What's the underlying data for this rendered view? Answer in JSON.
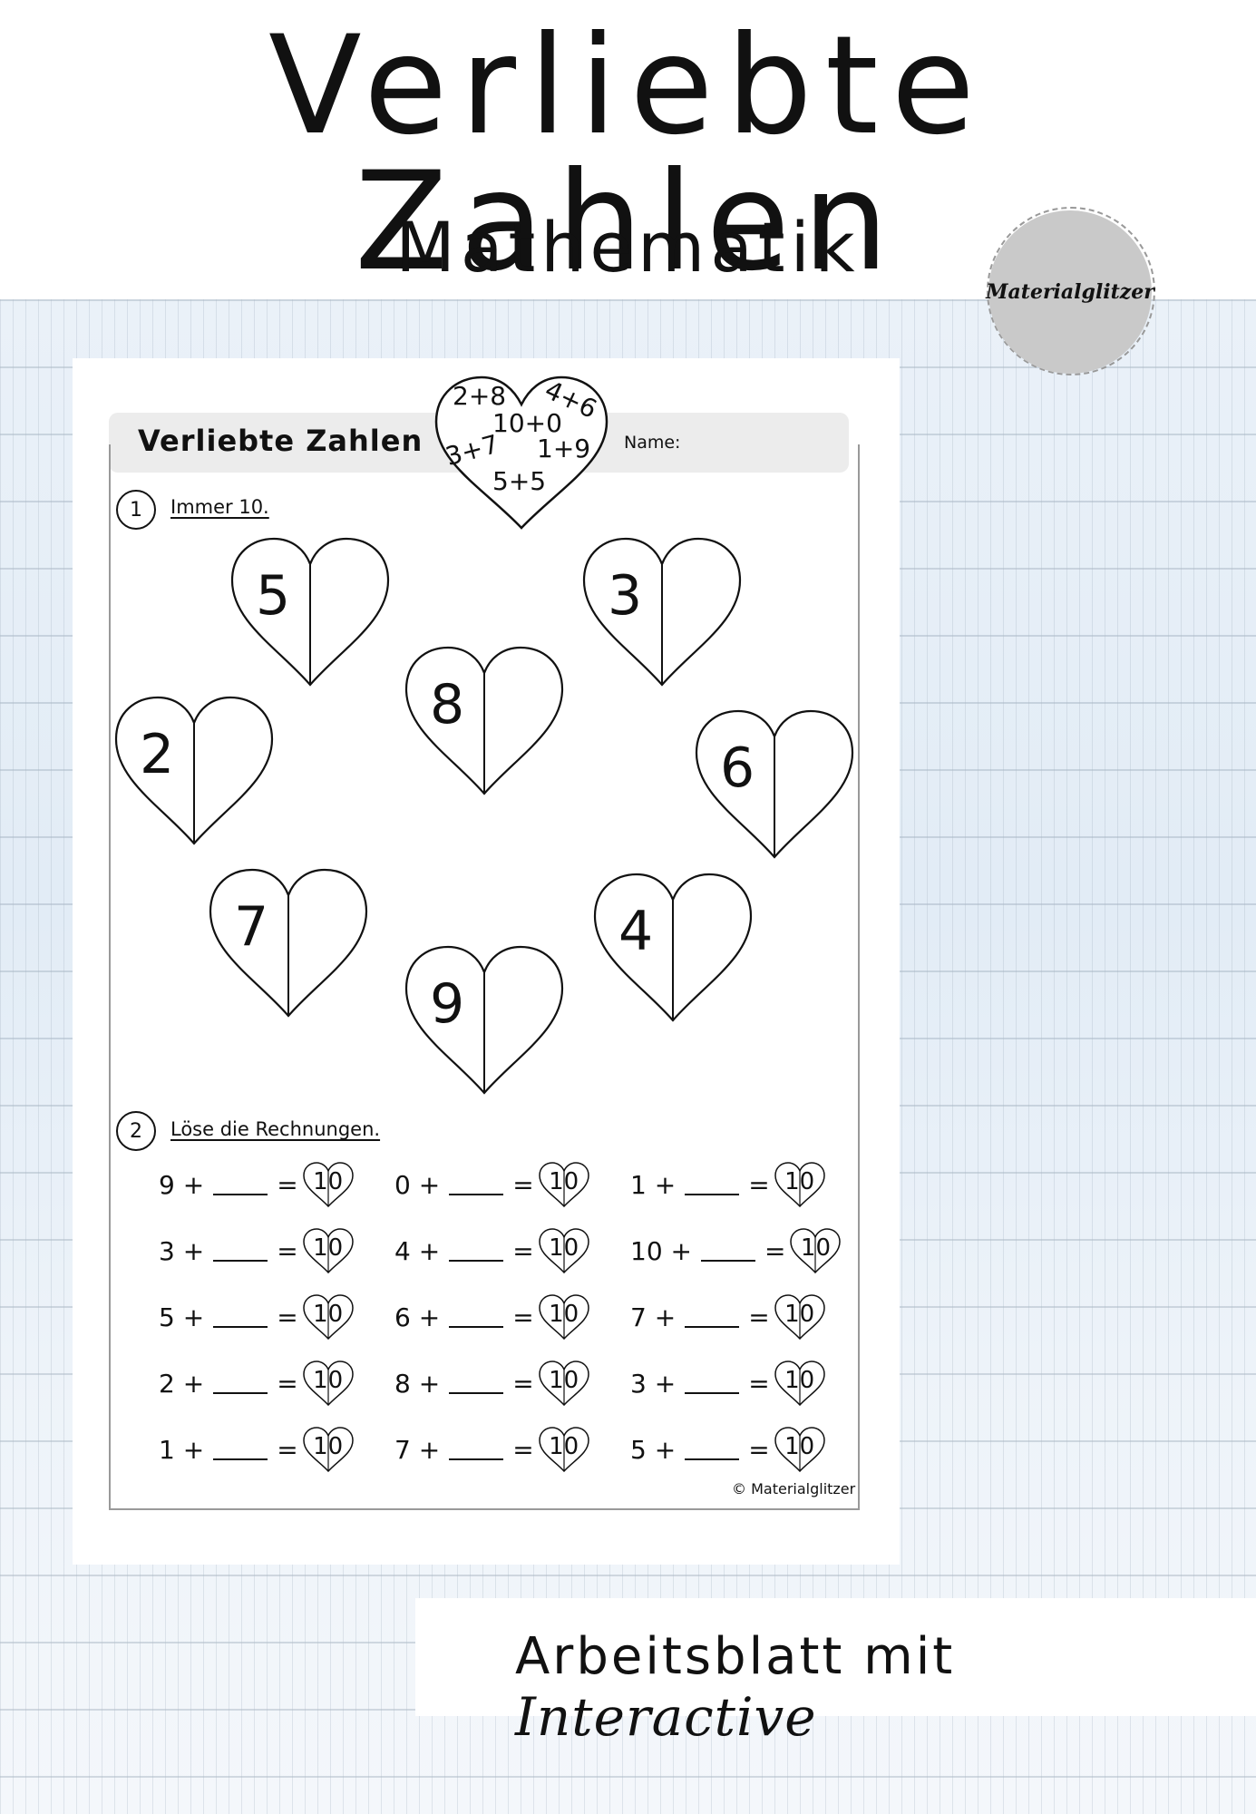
{
  "cover": {
    "title": "Verliebte Zahlen",
    "subtitle": "Mathematik",
    "logo": "Materialglitzer",
    "footer_prefix": "Arbeitsblatt mit",
    "footer_emphasis": "Interactive"
  },
  "worksheet": {
    "title": "Verliebte Zahlen",
    "name_label": "Name:",
    "title_heart_sums": [
      "2+8",
      "4+6",
      "10+0",
      "3+7",
      "1+9",
      "5+5"
    ],
    "task1": {
      "number": "1",
      "label": "Immer 10.",
      "hearts": [
        "5",
        "3",
        "8",
        "2",
        "6",
        "7",
        "4",
        "9"
      ]
    },
    "task2": {
      "number": "2",
      "label": "Löse die Rechnungen.",
      "target": "10",
      "columns": [
        [
          "9",
          "3",
          "5",
          "2",
          "1"
        ],
        [
          "0",
          "4",
          "6",
          "8",
          "7"
        ],
        [
          "1",
          "10",
          "7",
          "3",
          "5"
        ]
      ]
    },
    "copyright": "© Materialglitzer"
  },
  "colors": {
    "background_wash": "#e2ecf6",
    "ruler_lines": "#96a5b4",
    "header_bar": "#ececec",
    "logo_circle": "#c9c9c9"
  }
}
